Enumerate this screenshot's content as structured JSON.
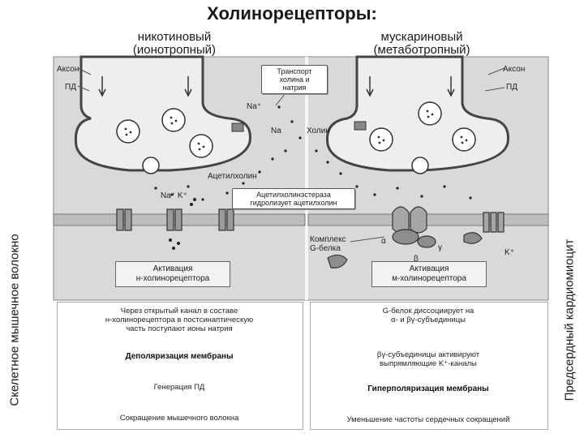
{
  "title": "Холинорецепторы:",
  "left": {
    "subtitle_line1": "никотиновый",
    "subtitle_line2": "(ионотропный)",
    "axon_label": "Аксон",
    "pd_label": "ПД",
    "na_label": "Na",
    "acetylcholine_label": "Ацетилхолин",
    "ions_label": "Na⁺  K⁺",
    "activation_line1": "Активация",
    "activation_line2": "н-холинорецептора",
    "step1_line1": "Через открытый канал в составе",
    "step1_line2": "н-холинорецептора в постсинаптическую",
    "step1_line3": "часть поступают ионы натрия",
    "step2": "Деполяризация мембраны",
    "step3": "Генерация ПД",
    "step4": "Сокращение мышечного волокна",
    "side_label": "Скелетное мышечное волокно"
  },
  "right": {
    "subtitle_line1": "мускариновый",
    "subtitle_line2": "(метаботропный)",
    "axon_label": "Аксон",
    "pd_label": "ПД",
    "choline_label": "Холин",
    "gprotein_label_line1": "Комплекс",
    "gprotein_label_line2": "G-белка",
    "alpha_label": "α",
    "beta_label": "β",
    "gamma_label": "γ",
    "k_label": "K⁺",
    "activation_line1": "Активация",
    "activation_line2": "м-холинорецептора",
    "step1_line1": "G-белок диссоциирует на",
    "step1_line2": "α- и βγ-субъединицы",
    "step2_line1": "βγ-субъединицы активируют",
    "step2_line2": "выпрямляющие K⁺-каналы",
    "step3": "Гиперполяризация мембраны",
    "step4": "Уменьшение частоты сердечных сокращений",
    "side_label": "Предсердный кардиомиоцит"
  },
  "center": {
    "transport_line1": "Транспорт",
    "transport_line2": "холина и",
    "transport_line3": "натрия",
    "na_plus": "Na⁺",
    "ache_line1": "Ацетилхолинэстераза",
    "ache_line2": "гидролизует ацетилхолин"
  }
}
